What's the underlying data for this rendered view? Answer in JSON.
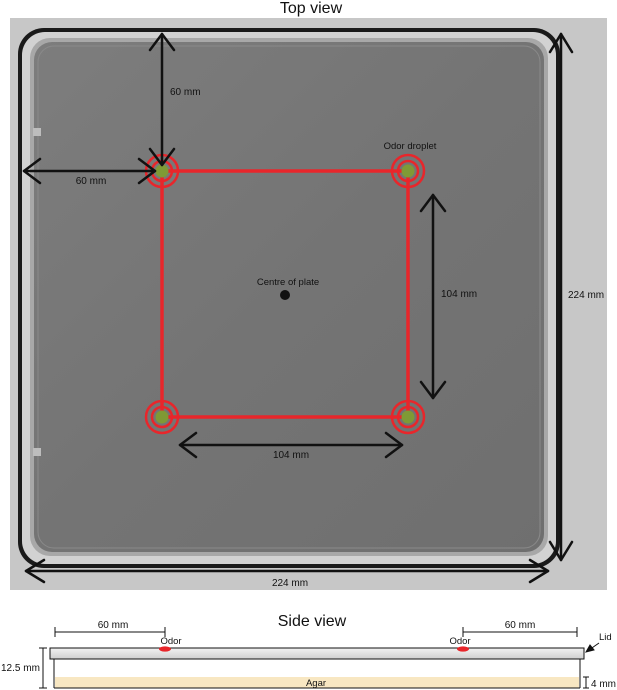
{
  "top_view": {
    "title": "Top view",
    "dimensions": {
      "offset_vertical": "60 mm",
      "offset_horizontal": "60 mm",
      "square_side_right": "104 mm",
      "square_side_bottom": "104 mm",
      "plate_height": "224 mm",
      "plate_width": "224 mm"
    },
    "labels": {
      "odor_droplet": "Odor droplet",
      "centre": "Centre of plate"
    }
  },
  "side_view": {
    "title": "Side view",
    "dimensions": {
      "left_offset": "60 mm",
      "right_offset": "60 mm",
      "plate_height": "12.5 mm",
      "agar_depth": "4 mm"
    },
    "labels": {
      "odor_left": "Odor",
      "odor_right": "Odor",
      "lid": "Lid",
      "agar": "Agar"
    }
  },
  "colors": {
    "plate": "#767676",
    "plate_frame": "#c9c9c9",
    "square": "#e8262b",
    "droplet": "#7f9a35",
    "agar": "#f8e7c2",
    "arrow": "#111111"
  }
}
